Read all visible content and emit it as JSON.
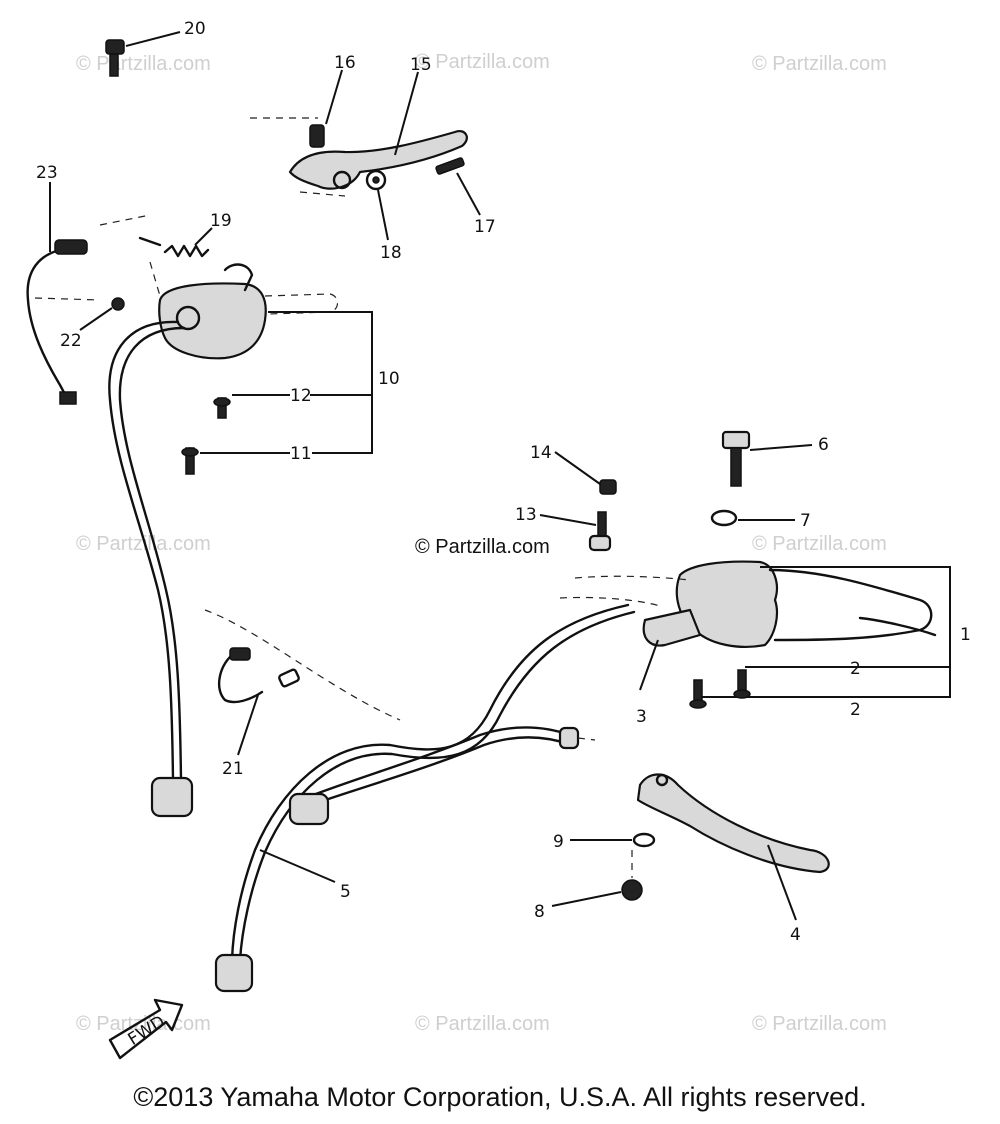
{
  "watermark": "© Partzilla.com",
  "center_watermark": "© Partzilla.com",
  "direction_arrow": "FWD",
  "copyright": "©2013 Yamaha Motor Corporation, U.S.A. All rights reserved.",
  "callouts": {
    "c1": "1",
    "c2a": "2",
    "c2b": "2",
    "c3": "3",
    "c4": "4",
    "c5": "5",
    "c6": "6",
    "c7": "7",
    "c8": "8",
    "c9": "9",
    "c10": "10",
    "c11": "11",
    "c12": "12",
    "c13": "13",
    "c14": "14",
    "c15": "15",
    "c16": "16",
    "c17": "17",
    "c18": "18",
    "c19": "19",
    "c20": "20",
    "c21": "21",
    "c22": "22",
    "c23": "23"
  }
}
